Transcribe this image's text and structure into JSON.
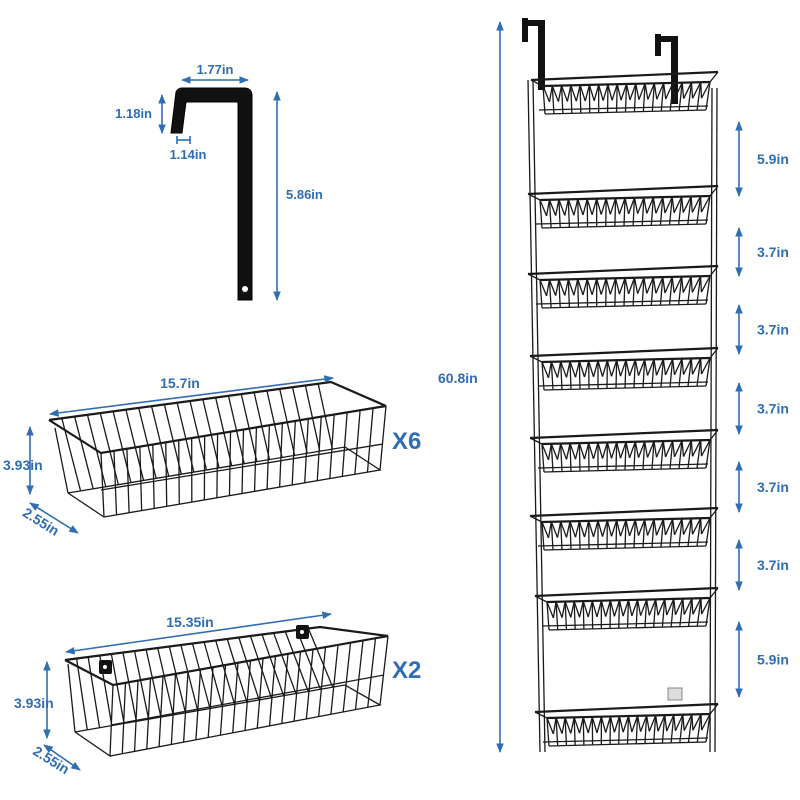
{
  "hook": {
    "width_label": "1.77in",
    "lip_label": "1.18in",
    "gap_label": "1.14in",
    "length_label": "5.86in"
  },
  "basket_regular": {
    "length_label": "15.7in",
    "height_label": "3.93in",
    "depth_label": "2.55in",
    "quantity_label": "X6"
  },
  "basket_bottom": {
    "length_label": "15.35in",
    "height_label": "3.93in",
    "depth_label": "2.55in",
    "quantity_label": "X2"
  },
  "rack": {
    "total_height_label": "60.8in",
    "spacings": [
      "5.9in",
      "3.7in",
      "3.7in",
      "3.7in",
      "3.7in",
      "3.7in",
      "5.9in"
    ]
  },
  "colors": {
    "dimension": "#2f6db5",
    "metal": "#1a1a1a"
  }
}
